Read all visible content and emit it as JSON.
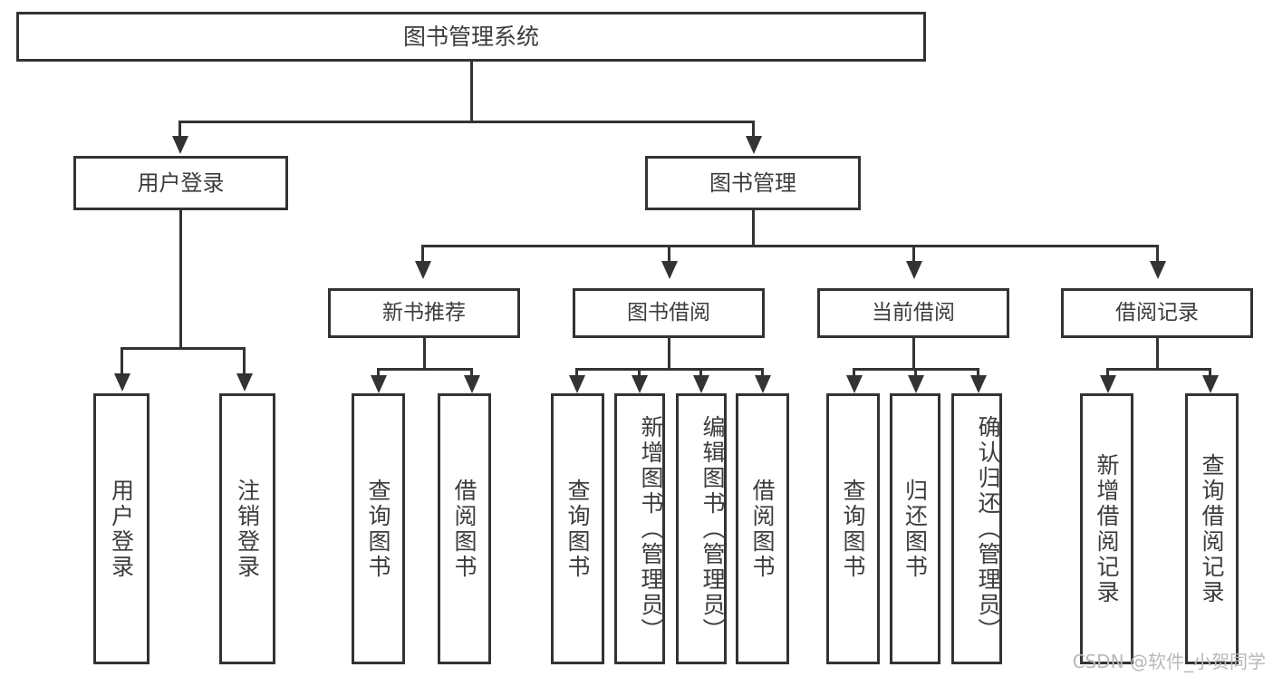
{
  "diagram": {
    "title": "图书管理系统",
    "type": "tree",
    "watermark": "CSDN @软件_小贺同学",
    "colors": {
      "box_border": "#333333",
      "box_fill": "#ffffff",
      "text": "#3c3c3c",
      "connector": "#333333",
      "watermark": "#b9b9b9",
      "background": "#ffffff"
    }
  },
  "nodes": {
    "root": {
      "label": "图书管理系统"
    },
    "level2": [
      {
        "id": "user-login",
        "label": "用户登录"
      },
      {
        "id": "book-management",
        "label": "图书管理"
      }
    ],
    "level3": [
      {
        "id": "new-book-recommend",
        "label": "新书推荐"
      },
      {
        "id": "book-borrow",
        "label": "图书借阅"
      },
      {
        "id": "current-borrow",
        "label": "当前借阅"
      },
      {
        "id": "borrow-record",
        "label": "借阅记录"
      }
    ],
    "leaves": [
      {
        "id": "leaf-user-login",
        "parent": "user-login",
        "label": "用户登录"
      },
      {
        "id": "leaf-logout",
        "parent": "user-login",
        "label": "注销登录"
      },
      {
        "id": "leaf-query-book-1",
        "parent": "new-book-recommend",
        "label": "查询图书"
      },
      {
        "id": "leaf-borrow-book-1",
        "parent": "new-book-recommend",
        "label": "借阅图书"
      },
      {
        "id": "leaf-query-book-2",
        "parent": "book-borrow",
        "label": "查询图书"
      },
      {
        "id": "leaf-add-book",
        "parent": "book-borrow",
        "label": "新增图书（管理员）"
      },
      {
        "id": "leaf-edit-book",
        "parent": "book-borrow",
        "label": "编辑图书（管理员）"
      },
      {
        "id": "leaf-borrow-book-2",
        "parent": "book-borrow",
        "label": "借阅图书"
      },
      {
        "id": "leaf-query-book-3",
        "parent": "current-borrow",
        "label": "查询图书"
      },
      {
        "id": "leaf-return-book",
        "parent": "current-borrow",
        "label": "归还图书"
      },
      {
        "id": "leaf-confirm-return",
        "parent": "current-borrow",
        "label": "确认归还（管理员）"
      },
      {
        "id": "leaf-add-record",
        "parent": "borrow-record",
        "label": "新增借阅记录"
      },
      {
        "id": "leaf-query-record",
        "parent": "borrow-record",
        "label": "查询借阅记录"
      }
    ]
  }
}
